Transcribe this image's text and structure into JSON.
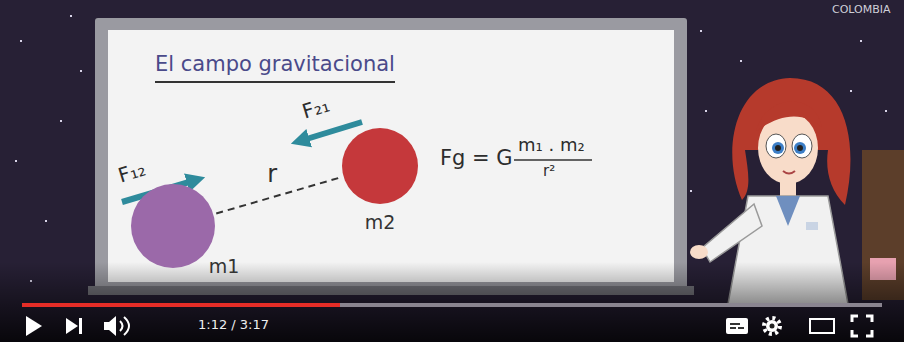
{
  "diagram": {
    "title": "El campo gravitacional",
    "nodes": [
      {
        "text": [
          "m1"
        ]
      },
      {
        "text": [
          "m2"
        ]
      }
    ],
    "edges": [
      {
        "from": 0,
        "to": 1,
        "label": "r",
        "arrow": "none"
      }
    ],
    "labels": [
      "F₁₂",
      "F₂₁",
      "Fg = G",
      "m₁ . m₂",
      "r²",
      "1:12 / 3:17",
      "COLOMBIA"
    ]
  }
}
